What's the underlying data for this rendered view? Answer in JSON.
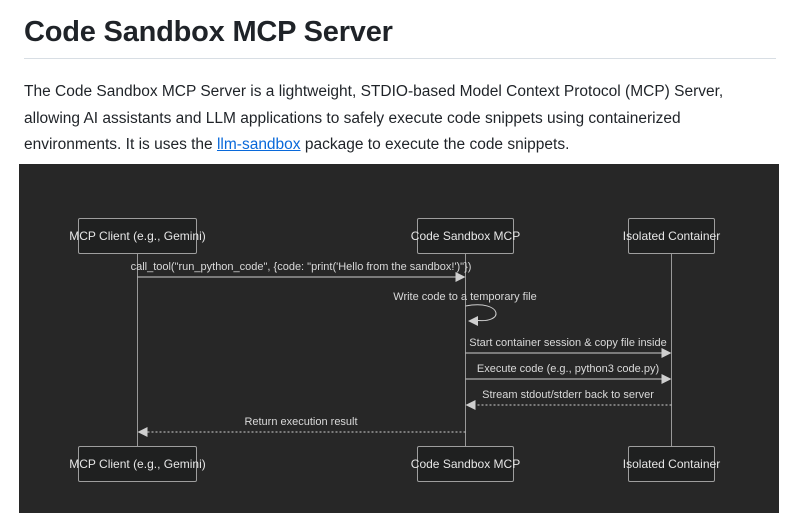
{
  "page": {
    "title": "Code Sandbox MCP Server",
    "intro": {
      "text_before_link": "The Code Sandbox MCP Server is a lightweight, STDIO-based Model Context Protocol (MCP) Server, allowing AI assistants and LLM applications to safely execute code snippets using containerized environments. It is uses the ",
      "link_text": "llm-sandbox",
      "text_after_link": " package to execute the code snippets."
    }
  },
  "diagram": {
    "type": "sequence-diagram",
    "background_color": "#272727",
    "line_color": "#cfcfcf",
    "text_color": "#d9d9d9",
    "actor_fill": "#1f2020",
    "actor_border": "#9e9e9e",
    "link_color": "#0969da",
    "actors": [
      "MCP Client (e.g., Gemini)",
      "Code Sandbox MCP",
      "Isolated Container"
    ],
    "messages": [
      {
        "from": "MCP Client (e.g., Gemini)",
        "to": "Code Sandbox MCP",
        "style": "solid",
        "label": "call_tool(\"run_python_code\", {code: \"print('Hello from the sandbox!')\"})"
      },
      {
        "from": "Code Sandbox MCP",
        "to": "Code Sandbox MCP",
        "style": "self",
        "label": "Write code to a temporary file"
      },
      {
        "from": "Code Sandbox MCP",
        "to": "Isolated Container",
        "style": "solid",
        "label": "Start container session & copy file inside"
      },
      {
        "from": "Code Sandbox MCP",
        "to": "Isolated Container",
        "style": "solid",
        "label": "Execute code (e.g., python3 code.py)"
      },
      {
        "from": "Isolated Container",
        "to": "Code Sandbox MCP",
        "style": "dotted",
        "label": "Stream stdout/stderr back to server"
      },
      {
        "from": "Code Sandbox MCP",
        "to": "MCP Client (e.g., Gemini)",
        "style": "dotted",
        "label": "Return execution result"
      }
    ]
  }
}
